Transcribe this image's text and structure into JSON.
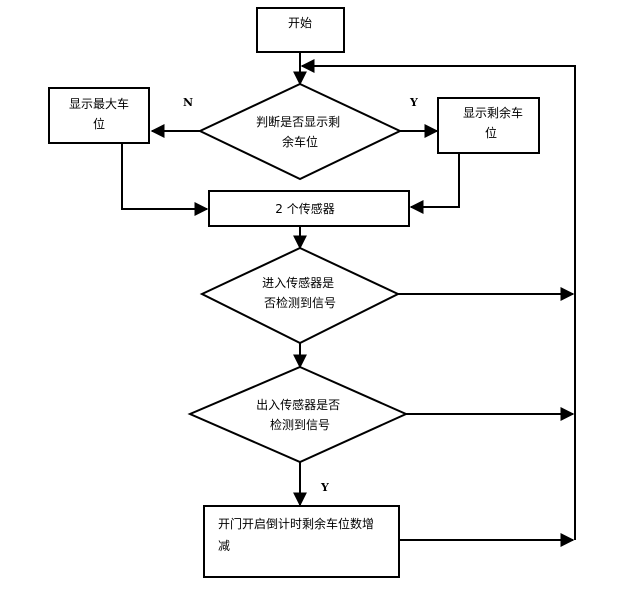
{
  "nodes": {
    "start": {
      "lines": [
        "开始"
      ]
    },
    "decide_display": {
      "lines": [
        "判断是否显示剩",
        "余车位"
      ]
    },
    "show_max": {
      "lines": [
        "显示最大车",
        "位"
      ]
    },
    "show_remaining": {
      "lines": [
        "显示剩余车",
        "位"
      ]
    },
    "sensors": {
      "lines": [
        "2 个传感器"
      ]
    },
    "decide_enter": {
      "lines": [
        "进入传感器是",
        "否检测到信号"
      ]
    },
    "decide_exit": {
      "lines": [
        "出入传感器是否",
        "检测到信号"
      ]
    },
    "action": {
      "lines": [
        "开门开启倒计时剩余车位数增",
        "减"
      ]
    }
  },
  "edge_labels": {
    "no": "N",
    "yes_display": "Y",
    "yes_action": "Y"
  },
  "colors": {
    "stroke": "#000000",
    "fill": "#ffffff",
    "text": "#000000"
  }
}
